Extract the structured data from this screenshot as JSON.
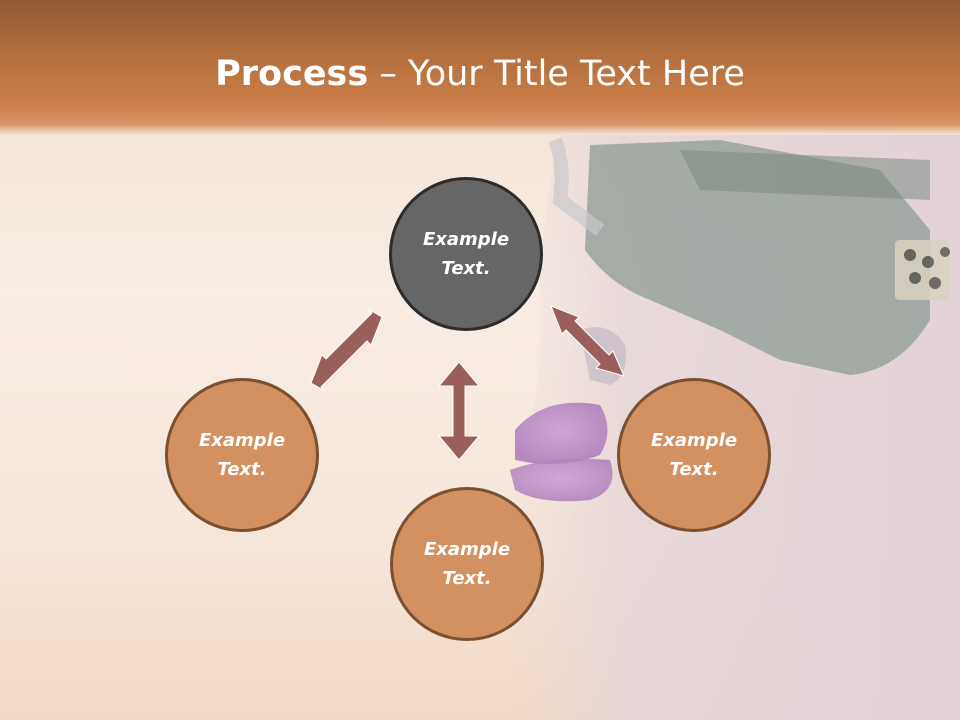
{
  "title": {
    "bold": "Process",
    "separator": " – ",
    "rest": "Your Title Text Here"
  },
  "diagram": {
    "center": "Example Text.",
    "left": "Example Text.",
    "bottom": "Example Text.",
    "right": "Example Text."
  },
  "colors": {
    "header": "#c97d47",
    "center_node": "#666666",
    "outer_node": "#d39060",
    "arrow": "#9a5f5a"
  }
}
